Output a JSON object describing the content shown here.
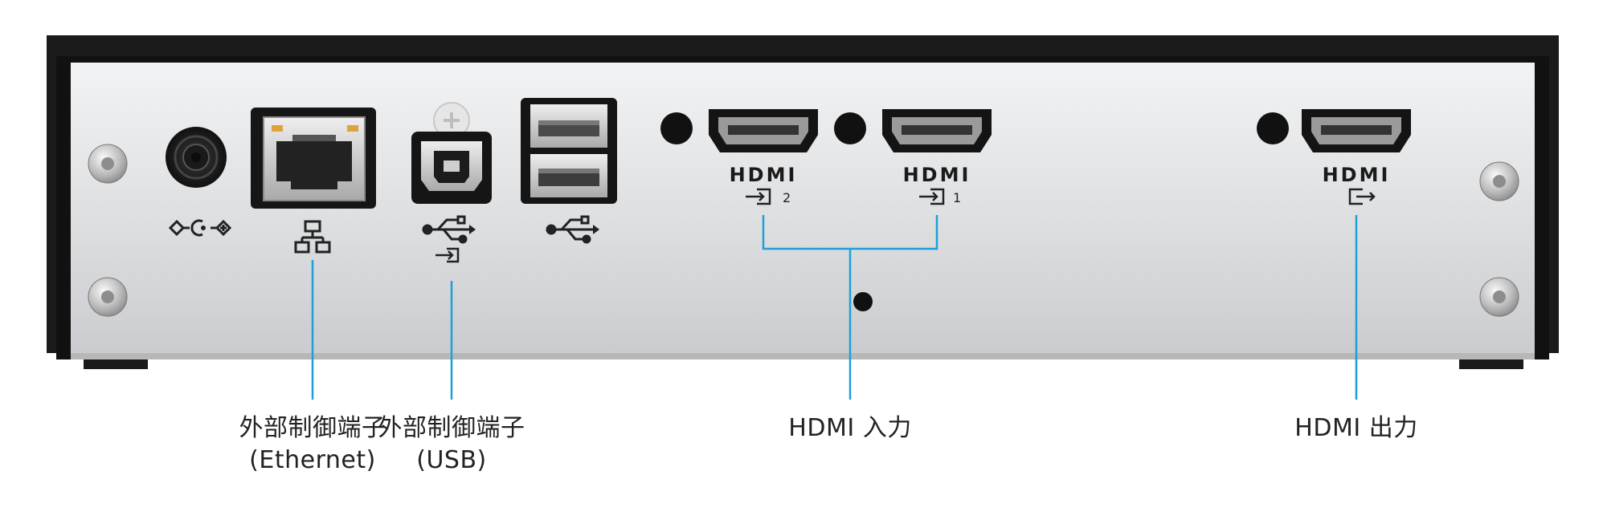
{
  "device": {
    "hdmi_logo": "HDMI",
    "hdmi_in_2_number": "2",
    "hdmi_in_1_number": "1"
  },
  "labels": {
    "ethernet_line1": "外部制御端子",
    "ethernet_line2": "(Ethernet)",
    "usb_line1": "外部制御端子",
    "usb_line2": "(USB)",
    "hdmi_in": "HDMI 入力",
    "hdmi_out": "HDMI 出力"
  },
  "colors": {
    "leader_line": "#1e9fd8",
    "chassis_black": "#1b1b1b",
    "panel_silver": "#d7d9db"
  }
}
